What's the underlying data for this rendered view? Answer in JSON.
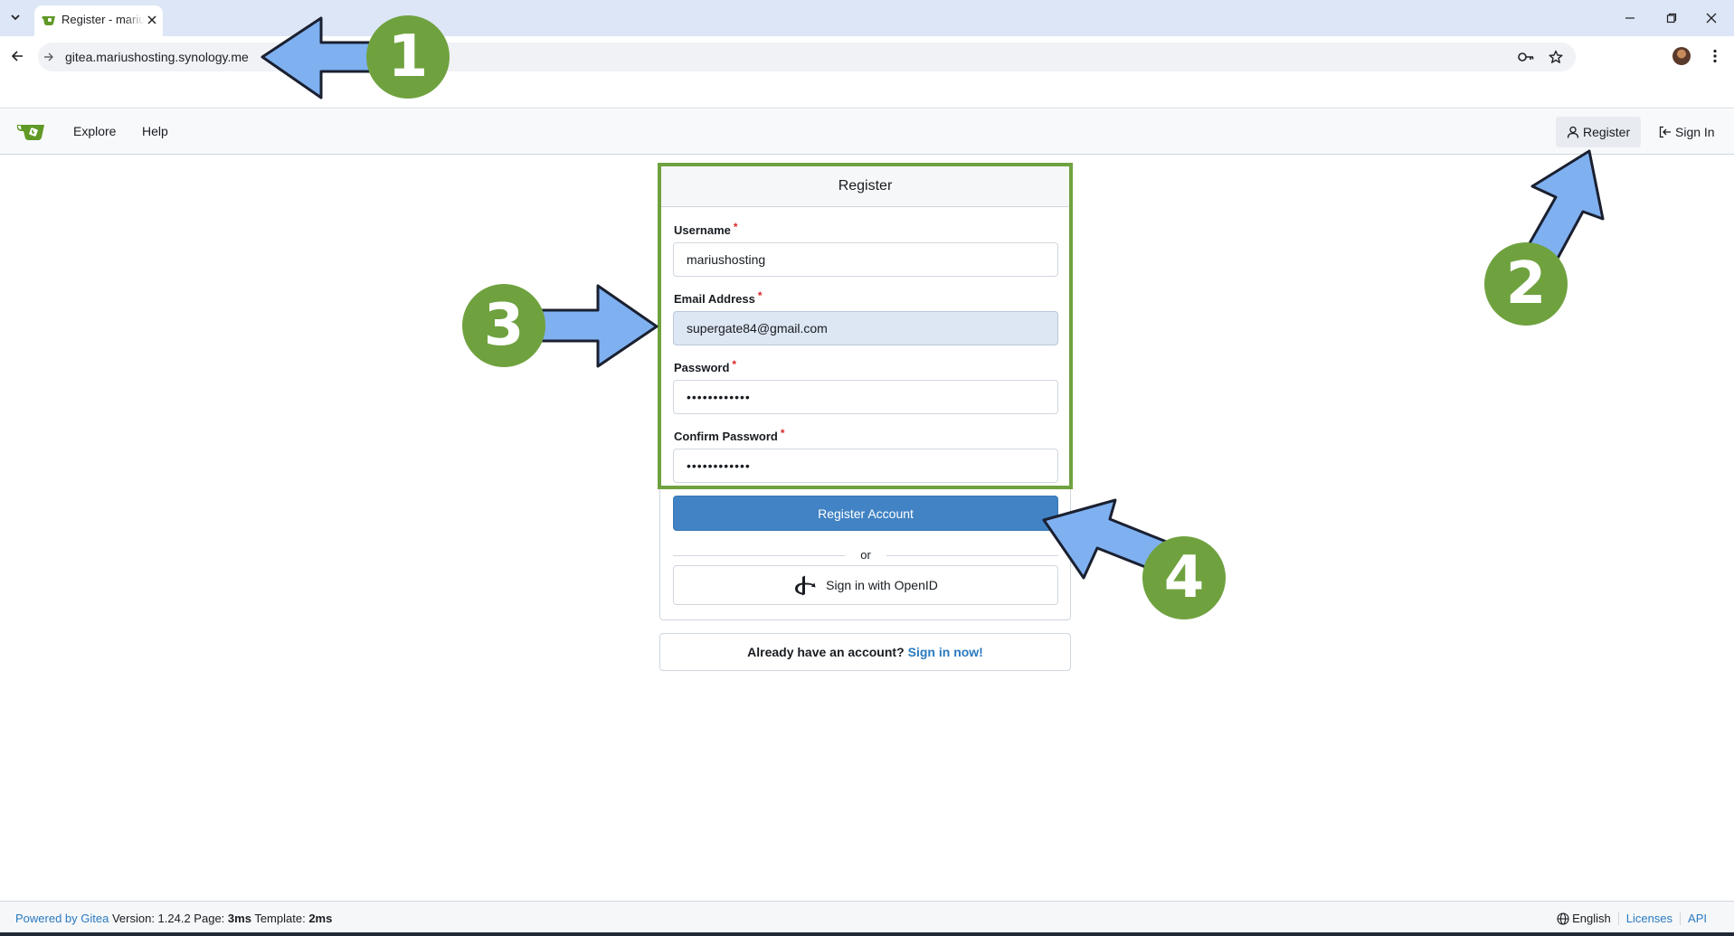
{
  "browser": {
    "tab_title": "Register - mariushosting",
    "url": "gitea.mariushosting.synology.me"
  },
  "navbar": {
    "explore": "Explore",
    "help": "Help",
    "register": "Register",
    "sign_in": "Sign In"
  },
  "form": {
    "title": "Register",
    "username_label": "Username",
    "username_value": "mariushosting",
    "email_label": "Email Address",
    "email_value": "supergate84@gmail.com",
    "password_label": "Password",
    "password_value": "••••••••••••",
    "confirm_label": "Confirm Password",
    "confirm_value": "••••••••••••",
    "required_mark": "*",
    "submit_label": "Register Account",
    "divider_text": "or",
    "openid_label": "Sign in with OpenID"
  },
  "signin_prompt": {
    "text": "Already have an account?",
    "link": "Sign in now!"
  },
  "annotations": {
    "step1": "1",
    "step2": "2",
    "step3": "3",
    "step4": "4"
  },
  "footer": {
    "powered_by": "Powered by Gitea",
    "version_text": "Version: 1.24.2 Page:",
    "page_time": "3ms",
    "template_label": "Template:",
    "template_time": "2ms",
    "language": "English",
    "licenses": "Licenses",
    "api": "API"
  },
  "colors": {
    "gitea_green": "#609926",
    "annotation_green": "#6fa23f",
    "arrow_blue": "#7fb0f0",
    "primary_button": "#4183c4",
    "link": "#2a7ac0"
  }
}
